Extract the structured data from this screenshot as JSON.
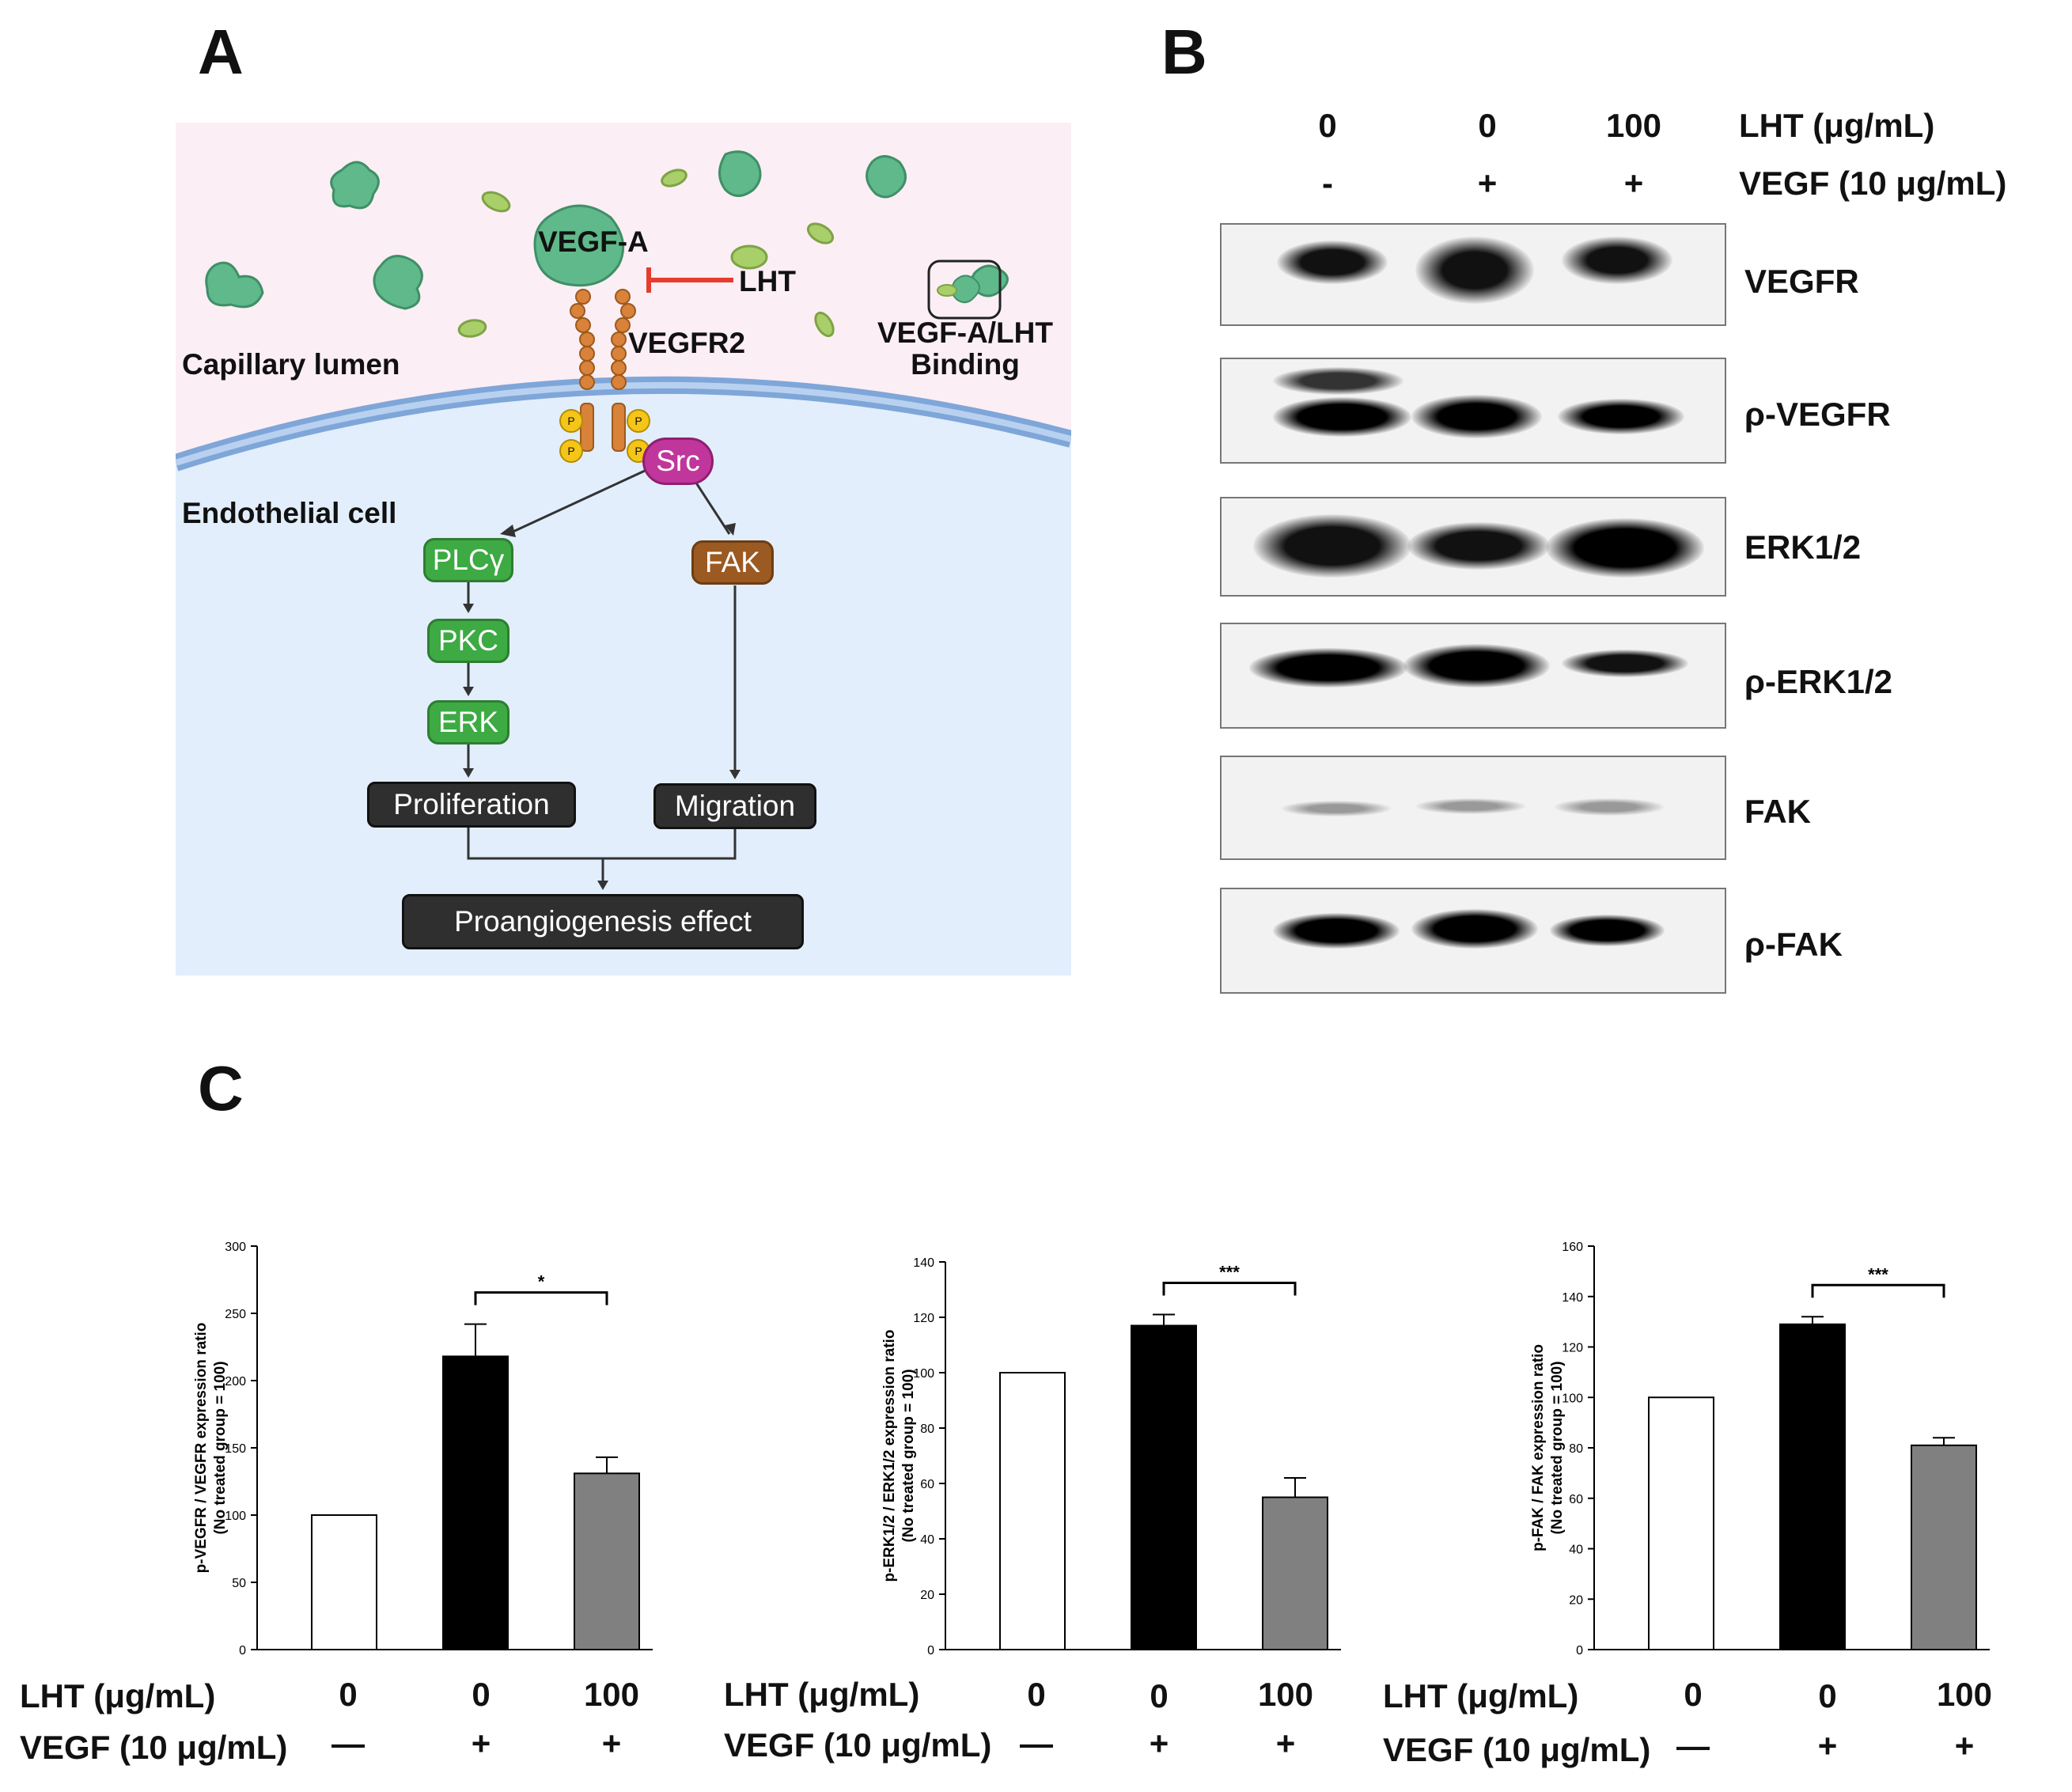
{
  "panel_labels": {
    "a": "A",
    "b": "B",
    "c": "C"
  },
  "panel_a": {
    "vegf_a": "VEGF-A",
    "lht": "LHT",
    "vegfr2": "VEGFR2",
    "capillary_lumen": "Capillary lumen",
    "binding_line1": "VEGF-A/LHT",
    "binding_line2": "Binding",
    "endothelial_cell": "Endothelial cell",
    "src": "Src",
    "plcg": "PLCγ",
    "fak": "FAK",
    "pkc": "PKC",
    "erk": "ERK",
    "proliferation": "Proliferation",
    "migration": "Migration",
    "proangiogenesis": "Proangiogenesis effect",
    "phospho": "P",
    "colors": {
      "lumen": "#fceef5",
      "cell": "#e2eefc",
      "membrane": "#8bb0e0",
      "vegf": "#5fb98a",
      "lht": "#a9cf6a",
      "inhibit": "#e53d2d"
    }
  },
  "panel_b": {
    "lht_values": [
      "0",
      "0",
      "100"
    ],
    "vegf_values": [
      "-",
      "+",
      "+"
    ],
    "lht_label": "LHT (μg/mL)",
    "vegf_label": "VEGF (10 μg/mL)",
    "blots": [
      "VEGFR",
      "ρ-VEGFR",
      "ERK1/2",
      "ρ-ERK1/2",
      "FAK",
      "ρ-FAK"
    ]
  },
  "panel_c": {
    "row_lht_label": "LHT (μg/mL)",
    "row_vegf_label": "VEGF (10 μg/mL)",
    "lht_values": [
      "0",
      "0",
      "100"
    ],
    "vegf_values": [
      "—",
      "+",
      "+"
    ]
  },
  "chart_data": [
    {
      "type": "bar",
      "ylabel_line1": "p-VEGFR / VEGFR expression ratio",
      "ylabel_line2": "(No treated group = 100)",
      "ylim": [
        0,
        300
      ],
      "yticks": [
        0,
        50,
        100,
        150,
        200,
        250,
        300
      ],
      "values": [
        100,
        218,
        131
      ],
      "errors": [
        0,
        24,
        12
      ],
      "bar_colors": [
        "#ffffff",
        "#000000",
        "#808080"
      ],
      "significance": {
        "between": [
          1,
          2
        ],
        "label": "*"
      }
    },
    {
      "type": "bar",
      "ylabel_line1": "p-ERK1/2 / ERK1/2 expression ratio",
      "ylabel_line2": "(No treated group = 100)",
      "ylim": [
        0,
        140
      ],
      "yticks": [
        0,
        20,
        40,
        60,
        80,
        100,
        120,
        140
      ],
      "values": [
        100,
        117,
        55
      ],
      "errors": [
        0,
        4,
        7
      ],
      "bar_colors": [
        "#ffffff",
        "#000000",
        "#808080"
      ],
      "significance": {
        "between": [
          1,
          2
        ],
        "label": "***"
      }
    },
    {
      "type": "bar",
      "ylabel_line1": "p-FAK / FAK expression ratio",
      "ylabel_line2": "(No treated group = 100)",
      "ylim": [
        0,
        160
      ],
      "yticks": [
        0,
        20,
        40,
        60,
        80,
        100,
        120,
        140,
        160
      ],
      "values": [
        100,
        129,
        81
      ],
      "errors": [
        0,
        3,
        3
      ],
      "bar_colors": [
        "#ffffff",
        "#000000",
        "#808080"
      ],
      "significance": {
        "between": [
          1,
          2
        ],
        "label": "***"
      }
    }
  ]
}
